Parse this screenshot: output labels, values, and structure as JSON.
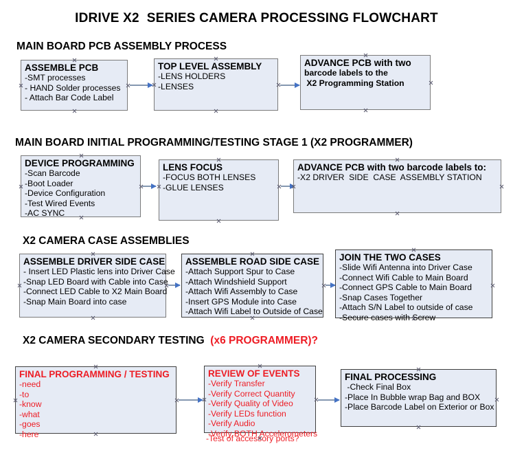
{
  "title": "IDRIVE X2  SERIES CAMERA PROCESSING FLOWCHART",
  "colors": {
    "box_fill": "#E6EBF5",
    "box_border": "#7a7a7a",
    "accent_red": "#ED1C24",
    "arrow": "#8497B0",
    "arrow_head": "#4472C4",
    "text": "#000000"
  },
  "sections": [
    {
      "header": "MAIN BOARD PCB ASSEMBLY PROCESS",
      "header_accent": "",
      "boxes": [
        {
          "title": "ASSEMBLE PCB",
          "lines": [
            "-SMT processes",
            "- HAND Solder processes",
            "- Attach Bar Code Label"
          ],
          "bold_body": false,
          "red": false
        },
        {
          "title": "TOP LEVEL ASSEMBLY",
          "lines": [
            "-LENS HOLDERS",
            "-LENSES"
          ],
          "bold_body": false,
          "red": false
        },
        {
          "title": "ADVANCE PCB with two",
          "lines": [
            "barcode labels to the",
            " X2 Programming Station"
          ],
          "bold_body": true,
          "red": false
        }
      ]
    },
    {
      "header": "MAIN BOARD INITIAL PROGRAMMING/TESTING STAGE 1 (X2 PROGRAMMER)",
      "header_accent": "",
      "boxes": [
        {
          "title": "DEVICE PROGRAMMING",
          "lines": [
            "-Scan Barcode",
            "-Boot Loader",
            "-Device Configuration",
            "-Test Wired Events",
            "-AC SYNC"
          ],
          "bold_body": false,
          "red": false
        },
        {
          "title": "LENS FOCUS",
          "lines": [
            "-FOCUS BOTH LENSES",
            "-GLUE LENSES"
          ],
          "bold_body": false,
          "red": false
        },
        {
          "title": "ADVANCE PCB with two barcode labels to:",
          "lines": [
            "-X2 DRIVER  SIDE  CASE  ASSEMBLY STATION"
          ],
          "bold_body": false,
          "red": false
        }
      ]
    },
    {
      "header": "X2 CAMERA CASE ASSEMBLIES",
      "header_accent": "",
      "boxes": [
        {
          "title": "ASSEMBLE DRIVER SIDE CASE",
          "lines": [
            "- Insert LED Plastic lens into Driver Case",
            "-Snap LED Board with Cable into Case",
            "-Connect LED Cable to X2 Main Board",
            "-Snap Main Board into case"
          ],
          "bold_body": false,
          "red": false
        },
        {
          "title": "ASSEMBLE ROAD SIDE CASE",
          "lines": [
            "-Attach Support Spur to Case",
            "-Attach Windshield Support",
            "-Attach Wifi Assembly to Case",
            "-Insert GPS Module into Case",
            "-Attach Wifi Label to Outside of Case"
          ],
          "bold_body": false,
          "red": false
        },
        {
          "title": "JOIN THE TWO CASES",
          "lines": [
            "-Slide Wifi Antenna into Driver Case",
            "-Connect Wifi Cable to Main Board",
            "-Connect GPS Cable to Main Board",
            "-Snap Cases Together",
            "-Attach S/N Label to outside of case",
            "-Secure cases with Screw"
          ],
          "bold_body": false,
          "red": false
        }
      ]
    },
    {
      "header": "X2 CAMERA SECONDARY TESTING  ",
      "header_accent": "(x6 PROGRAMMER)?",
      "boxes": [
        {
          "title": "FINAL PROGRAMMING / TESTING",
          "lines": [
            "-need",
            "-to",
            "-know",
            "-what",
            "-goes",
            "-here"
          ],
          "bold_body": false,
          "red": true
        },
        {
          "title": "REVIEW OF EVENTS",
          "lines": [
            "-Verify Transfer",
            "-Verify Correct Quantity",
            "-Verify Quality of Video",
            "-Verify LEDs function",
            "-Verify Audio",
            "-Verify BOTH Accelerometers"
          ],
          "overflow_line": "-Test of accessory ports?",
          "bold_body": false,
          "red": true
        },
        {
          "title": "FINAL PROCESSING",
          "lines": [
            " -Check Final Box",
            "-Place In Bubble wrap Bag and BOX",
            "-Place Barcode Label on Exterior or Box"
          ],
          "bold_body": false,
          "red": false
        }
      ]
    }
  ]
}
